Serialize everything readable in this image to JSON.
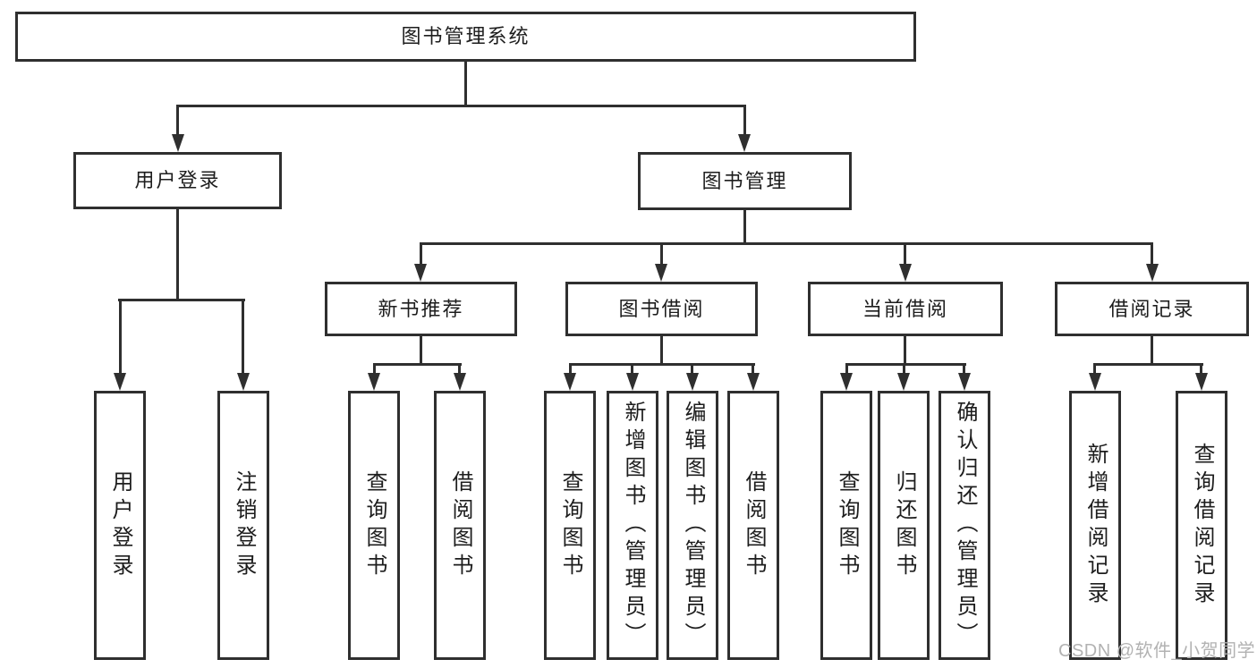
{
  "colors": {
    "background": "#ffffff",
    "line": "#2f2f2f",
    "node_border": "#2f2f2f",
    "node_fill": "#ffffff",
    "text": "#1d1d1d",
    "watermark": "#b2b2b2"
  },
  "watermark": {
    "text": "CSDN @软件_小贺同学"
  },
  "tree": {
    "root": {
      "label": "图书管理系统",
      "children": [
        {
          "label": "用户登录",
          "children": [
            {
              "label": "用户登录"
            },
            {
              "label": "注销登录"
            }
          ]
        },
        {
          "label": "图书管理",
          "children": [
            {
              "label": "新书推荐",
              "children": [
                {
                  "label": "查询图书"
                },
                {
                  "label": "借阅图书"
                }
              ]
            },
            {
              "label": "图书借阅",
              "children": [
                {
                  "label": "查询图书"
                },
                {
                  "label": "新增图书（管理员）"
                },
                {
                  "label": "编辑图书（管理员）"
                },
                {
                  "label": "借阅图书"
                }
              ]
            },
            {
              "label": "当前借阅",
              "children": [
                {
                  "label": "查询图书"
                },
                {
                  "label": "归还图书"
                },
                {
                  "label": "确认归还（管理员）"
                }
              ]
            },
            {
              "label": "借阅记录",
              "children": [
                {
                  "label": "新增借阅记录"
                },
                {
                  "label": "查询借阅记录"
                }
              ]
            }
          ]
        }
      ]
    }
  }
}
